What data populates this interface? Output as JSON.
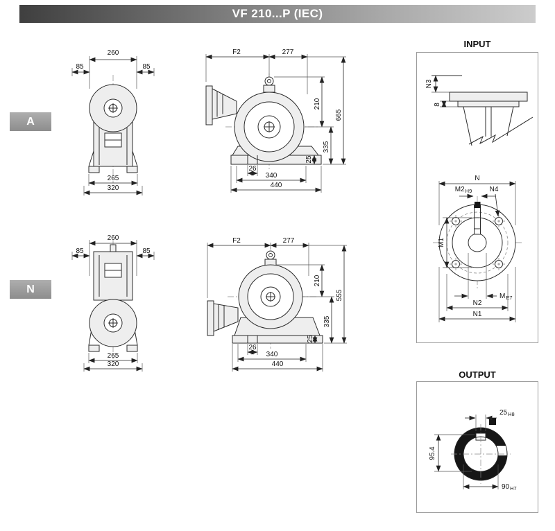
{
  "page": {
    "title": "VF 210...P (IEC)"
  },
  "section_labels": {
    "version_a": "A",
    "version_n": "N",
    "input": "INPUT",
    "output": "OUTPUT"
  },
  "view_a": {
    "front": {
      "width_top": "260",
      "offset_left": "85",
      "offset_right": "85",
      "foot_span": "265",
      "base_width": "320"
    },
    "side": {
      "input_length": "F2",
      "length_right": "277",
      "height_upper": "210",
      "height_overall": "665",
      "height_axis": "335",
      "slot_width": "26",
      "base_length": "340",
      "overall_length": "440",
      "foot_height": "25"
    }
  },
  "view_n": {
    "front": {
      "width_top": "260",
      "offset_left": "85",
      "offset_right": "85",
      "foot_span": "265",
      "base_width": "320"
    },
    "side": {
      "input_length": "F2",
      "length_right": "277",
      "height_upper": "210",
      "height_overall": "555",
      "height_axis": "335",
      "slot_width": "26",
      "base_length": "340",
      "overall_length": "440",
      "foot_height": "25"
    }
  },
  "input": {
    "shaft_depth": "N3",
    "flange_thickness": "8",
    "flange_width": "N",
    "keyway_width": "M2",
    "keyway_width_tol": "H9",
    "hole_label": "N4",
    "pilot_diameter": "M1",
    "bore_diameter": "M",
    "bore_diameter_tol": "E7",
    "bolt_circle": "N2",
    "flange_outer": "N1"
  },
  "output": {
    "keyway_width": "25",
    "keyway_width_tol": "H8",
    "keyway_depth": "95.4",
    "bore_diameter": "90",
    "bore_diameter_tol": "H7"
  },
  "colors": {
    "header_text": "#ffffff",
    "header_dark": "#3f3f3f",
    "header_light": "#cccccc",
    "version_label_bg": "#9a9a9a",
    "line": "#222222"
  }
}
